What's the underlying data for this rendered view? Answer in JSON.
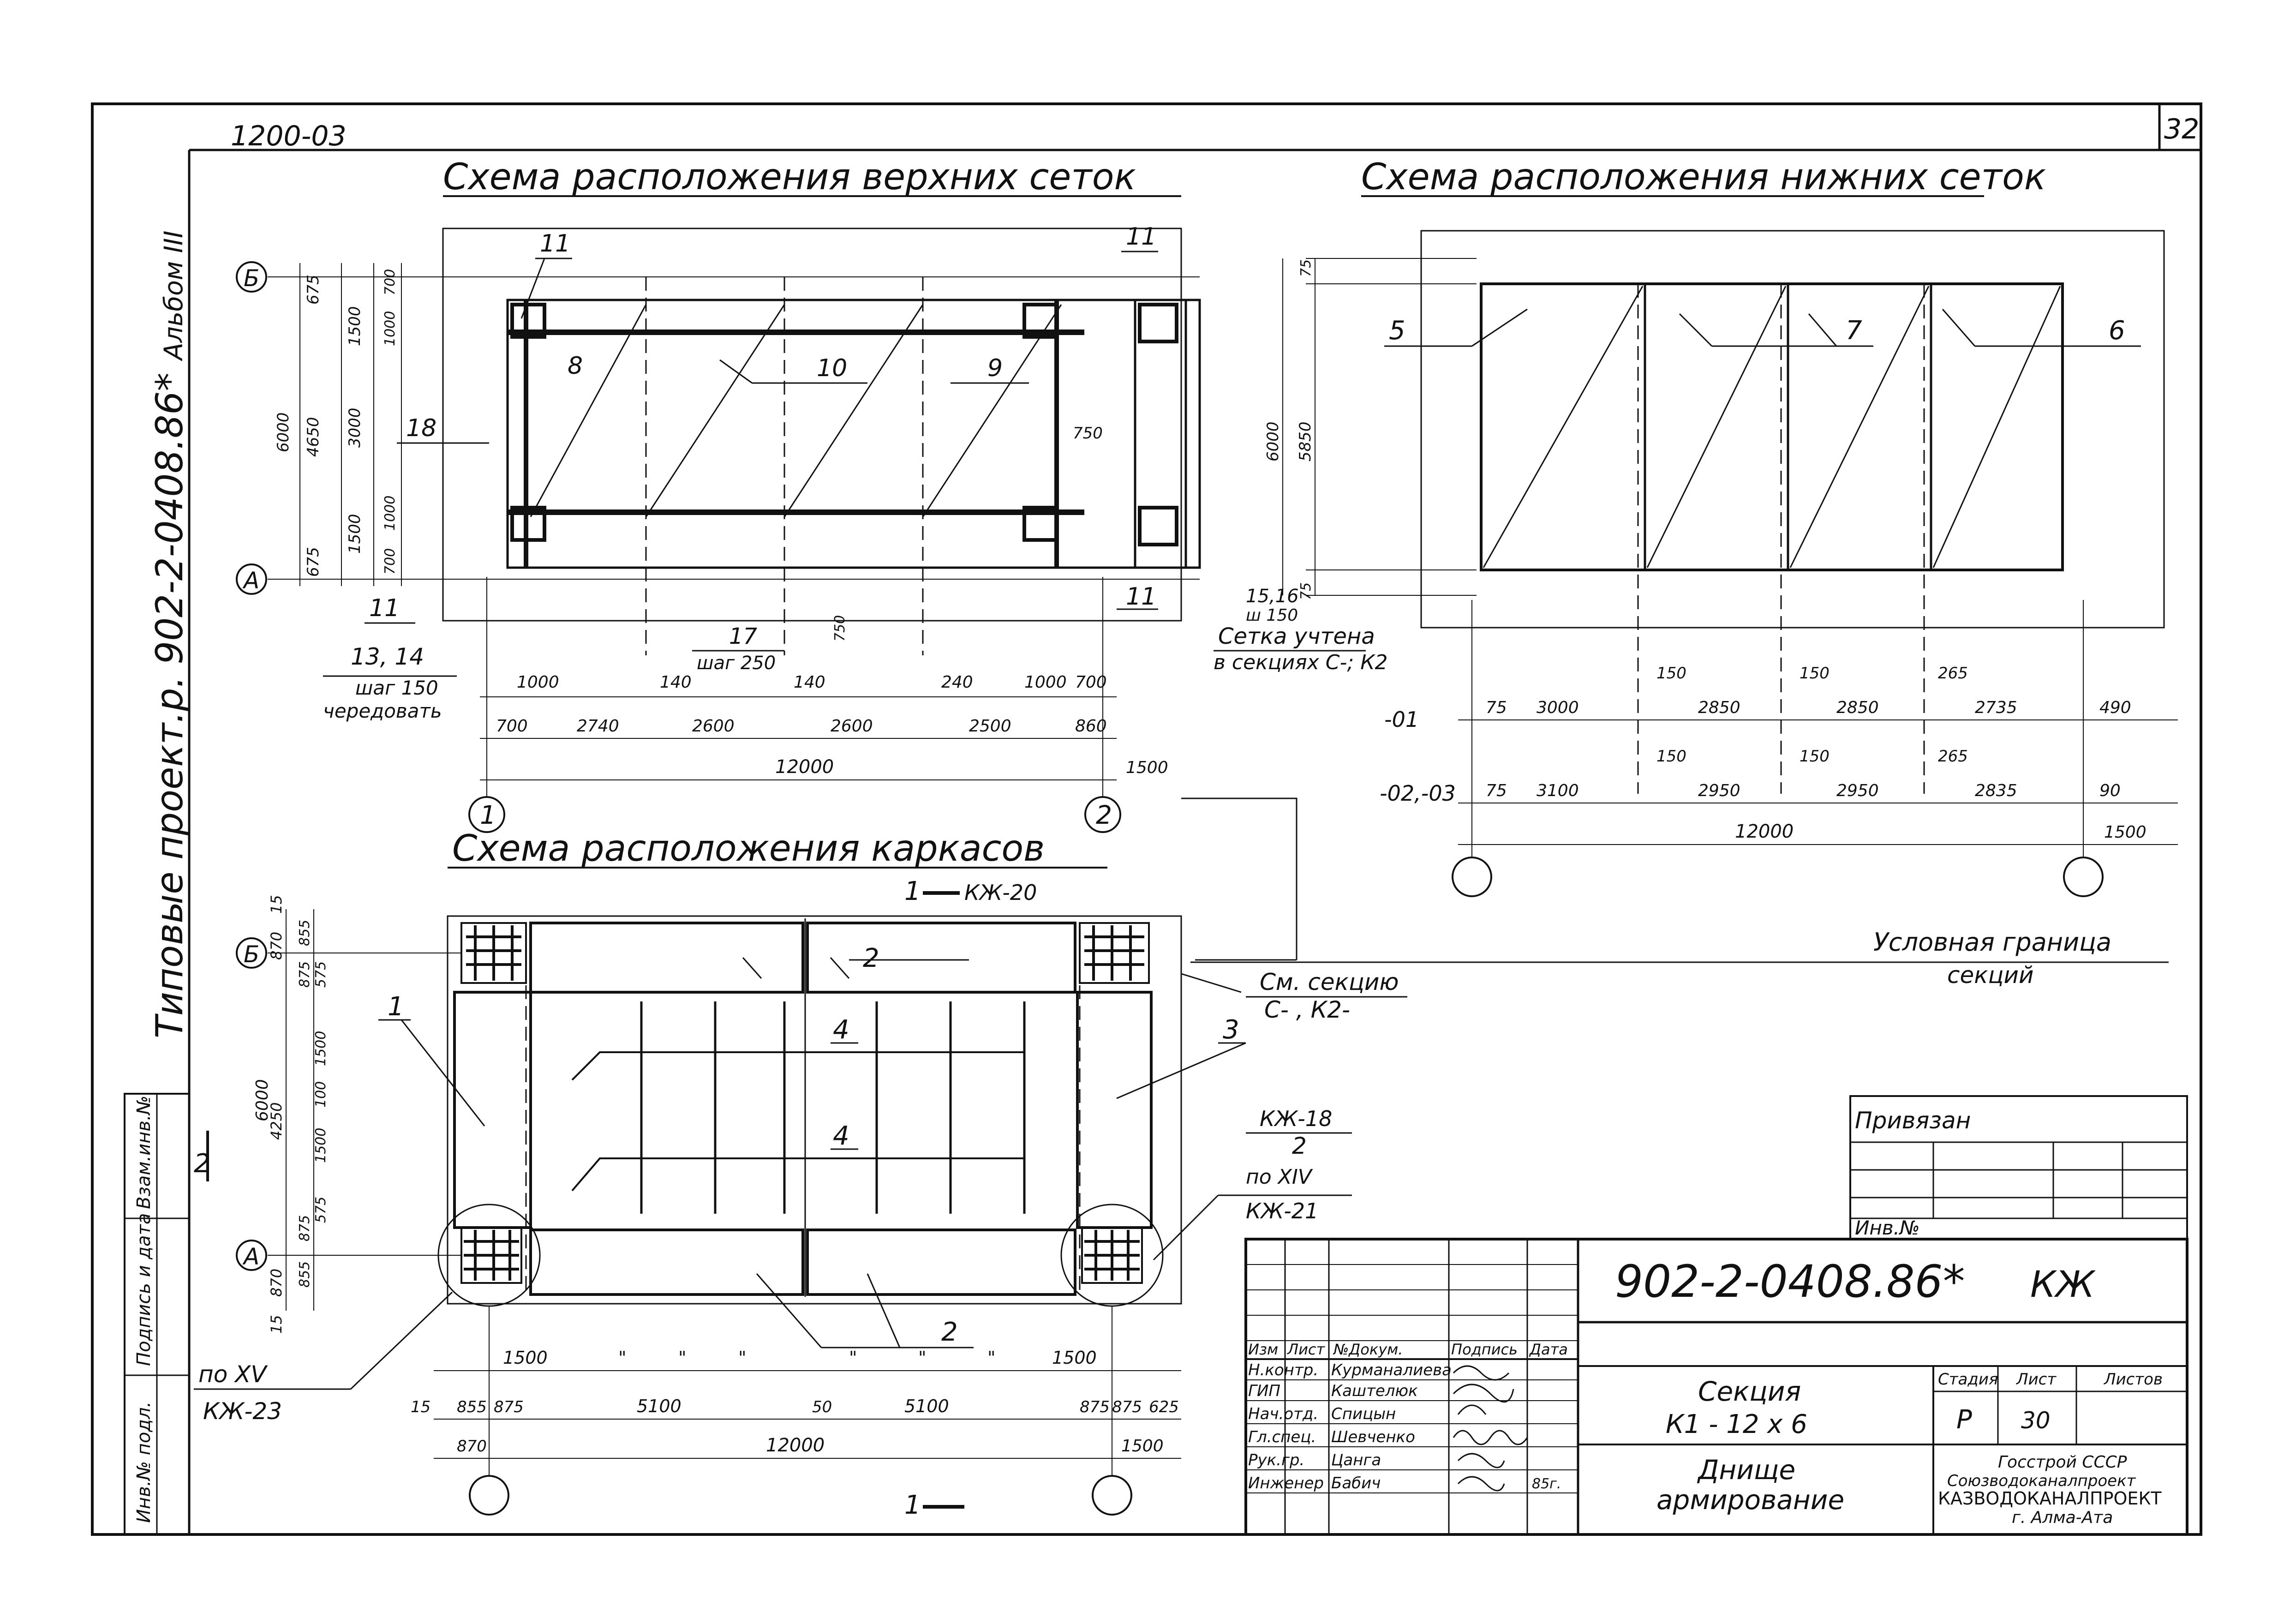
{
  "sheet": {
    "top_code": "1200-03",
    "sheet_number": "32",
    "album": "Альбом III",
    "side_title": "Типовые проект.р. 902-2-0408.86*"
  },
  "upper_mesh": {
    "title": "Схема расположения верхних сеток",
    "axis_b": "Б",
    "axis_a": "А",
    "axis_1": "1",
    "axis_2": "2",
    "dims_left_outer": [
      "675",
      "4650",
      "675"
    ],
    "dim_total_height": "6000",
    "dims_left_inner": [
      "1500",
      "3000",
      "1500"
    ],
    "dims_left_small": [
      "700",
      "1000",
      "1000",
      "700"
    ],
    "dim_750_right": "750",
    "dim_750_center": "750",
    "dims_bottom_top": [
      "1000",
      "140",
      "140",
      "240",
      "1000",
      "700"
    ],
    "dims_bottom": [
      "700",
      "2740",
      "2600",
      "2600",
      "2500",
      "860"
    ],
    "dim_total_length": "12000",
    "dim_1500": "1500",
    "marks": [
      "11",
      "8",
      "10",
      "9",
      "11",
      "18",
      "11",
      "11"
    ],
    "note_13_14": "13, 14",
    "note_step_150": "шаг 150",
    "note_alternate": "чередовать",
    "note_17": "17",
    "note_step_250": "шаг 250",
    "note_15_16": "15,16",
    "note_sh150": "ш 150",
    "note_mesh_counted": "Сетка учтена",
    "note_in_sections": "в секциях С-; К2"
  },
  "lower_mesh": {
    "title": "Схема расположения нижних сеток",
    "dim_75_top": "75",
    "dim_6000": "6000",
    "dim_5850": "5850",
    "dim_75_bottom": "75",
    "marks": [
      "5",
      "7",
      "6"
    ],
    "row1_label": "-01",
    "row1_dims": [
      "75",
      "3000",
      "2850",
      "2850",
      "2735",
      "490"
    ],
    "row1_small": [
      "150",
      "150",
      "265"
    ],
    "row2_label": "-02,-03",
    "row2_dims": [
      "75",
      "3100",
      "2950",
      "2950",
      "2835",
      "90"
    ],
    "row2_small": [
      "150",
      "150",
      "265"
    ],
    "dim_total_length": "12000",
    "dim_1500": "1500",
    "boundary_line1": "Условная граница",
    "boundary_line2": "секций"
  },
  "frames": {
    "title": "Схема расположения каркасов",
    "section_top_label": "1",
    "section_top_ref": "КЖ-20",
    "section_bottom_label": "1",
    "axis_b": "Б",
    "axis_a": "А",
    "dims_left_outer": [
      "15",
      "870",
      "4250",
      "870",
      "15"
    ],
    "dims_left_inner": [
      "855",
      "875",
      "575",
      "1500",
      "100",
      "1500",
      "575",
      "875",
      "855"
    ],
    "dim_6000": "6000",
    "section2_left": "2",
    "marks": [
      "2",
      "1",
      "4",
      "4",
      "3",
      "2"
    ],
    "see_section_line1": "См. секцию",
    "see_section_line2": "С- , К2-",
    "kzh18": "КЖ-18",
    "kzh18_section": "2",
    "po_xiv": "по XIV",
    "kzh21": "КЖ-21",
    "po_xv": "по XV",
    "kzh23": "КЖ-23",
    "dims_bottom_top": [
      "1500",
      "\"",
      "\"",
      "\"",
      "\"",
      "\"",
      "\"",
      "1500"
    ],
    "dims_bottom": [
      "15",
      "855",
      "875",
      "5100",
      "50",
      "5100",
      "875",
      "875",
      "625"
    ],
    "dim_870": "870",
    "dim_total_length": "12000",
    "dim_1500": "1500"
  },
  "side_stamp": [
    "Инв.№ подл.",
    "Подпись и дата",
    "Взам.инв.№"
  ],
  "binding_box": {
    "label": "Привязан",
    "inv_label": "Инв.№"
  },
  "title_block": {
    "code": "902-2-0408.86*",
    "brand": "КЖ",
    "columns": [
      "Изм",
      "Лист",
      "№Докум.",
      "Подпись",
      "Дата"
    ],
    "roles": [
      {
        "role": "Н.контр.",
        "name": "Курманалиева"
      },
      {
        "role": "ГИП",
        "name": "Каштелюк"
      },
      {
        "role": "Нач.отд.",
        "name": "Спицын"
      },
      {
        "role": "Гл.спец.",
        "name": "Шевченко"
      },
      {
        "role": "Рук.гр.",
        "name": "Цанга"
      },
      {
        "role": "Инженер",
        "name": "Бабич"
      }
    ],
    "date": "85г.",
    "section_name": "Секция",
    "section_code": "К1 - 12 х 6",
    "drawing_name_1": "Днище",
    "drawing_name_2": "армирование",
    "stage_label": "Стадия",
    "sheet_label": "Лист",
    "sheets_label": "Листов",
    "stage_value": "Р",
    "sheet_value": "30",
    "org_1": "Госстрой СССР",
    "org_2": "Союзводоканалпроект",
    "org_3": "КАЗВОДОКАНАЛПРОЕКТ",
    "org_4": "г. Алма-Ата"
  }
}
